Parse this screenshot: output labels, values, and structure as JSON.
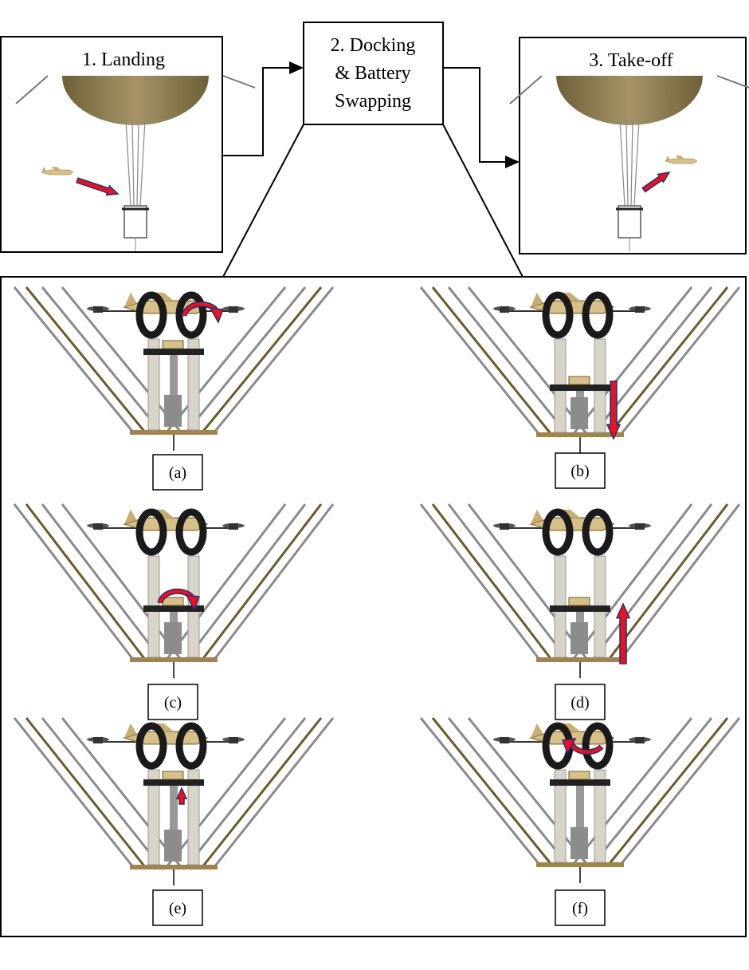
{
  "stages": [
    {
      "label": "1.  Landing"
    },
    {
      "lines": [
        "2. Docking",
        "& Battery",
        "Swapping"
      ]
    },
    {
      "label": "3. Take-off"
    }
  ],
  "panels": [
    {
      "label": "(a)",
      "arrow": "rotate"
    },
    {
      "label": "(b)",
      "arrow": "down"
    },
    {
      "label": "(c)",
      "arrow": "rotate"
    },
    {
      "label": "(d)",
      "arrow": "up"
    },
    {
      "label": "(e)",
      "arrow": "small-up"
    },
    {
      "label": "(f)",
      "arrow": "rotate-back"
    }
  ],
  "colors": {
    "arrow": "#e8141c",
    "arrow_outline": "#2a2a7a",
    "balloon": "#8a7a50",
    "airframe": "#d8c08a",
    "cable_brown": "#6b5a2a",
    "cable_gray": "#8a8a8a"
  }
}
